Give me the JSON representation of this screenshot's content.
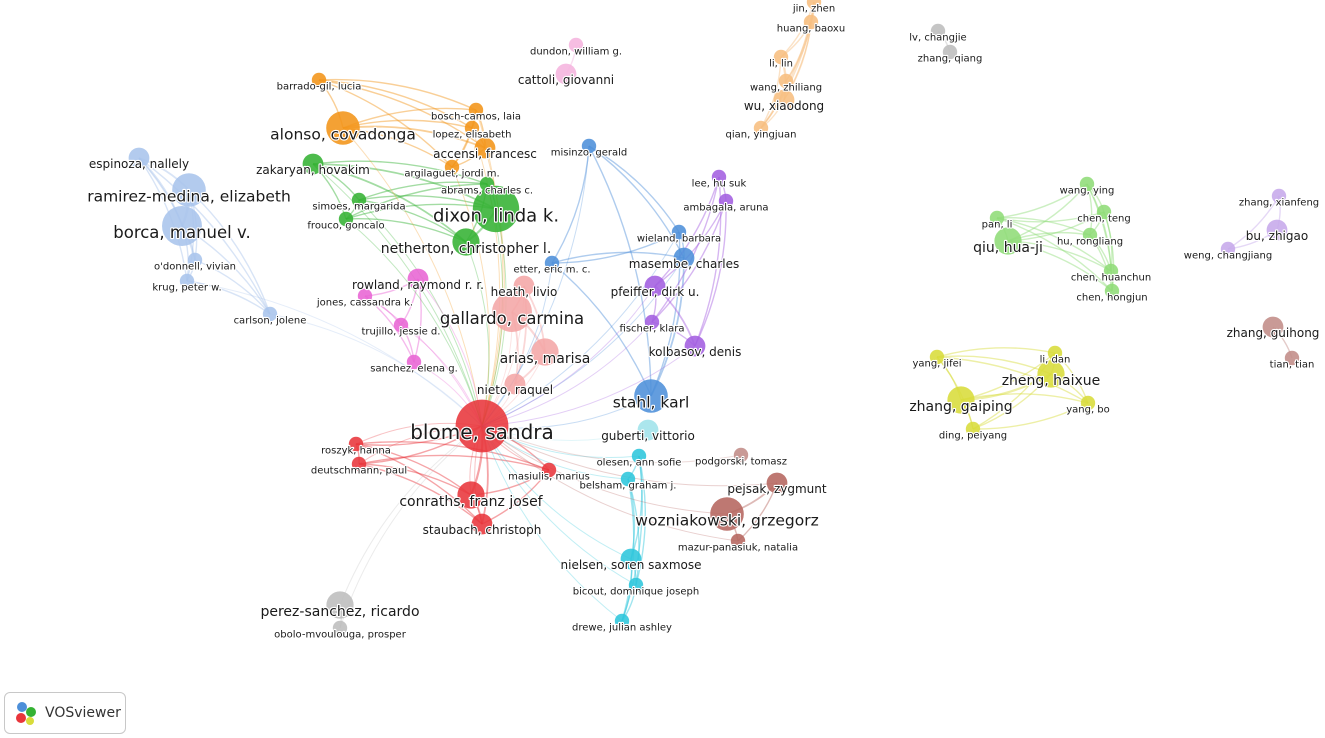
{
  "app": {
    "name": "VOSviewer"
  },
  "colors": {
    "red": "#e8353b",
    "green": "#34b233",
    "blue": "#4d8fd9",
    "yellow": "#d8dc3a",
    "purple": "#a35ee0",
    "cyan": "#2ec6dc",
    "orange": "#f29418",
    "brown": "#b5655f",
    "pink": "#e864d4",
    "lightblue": "#a8c4ec",
    "lightred": "#f4a6a6",
    "lightcyan": "#9fe2ea",
    "gray": "#bdbdbd",
    "lightgreen": "#8fdc78",
    "lavender": "#c6a8ea",
    "peach": "#f7be80",
    "rose": "#f5b4de",
    "olive": "#e4e68c",
    "mauve": "#c28c88"
  },
  "nodes": [
    {
      "label": "jin, zhen",
      "cluster": "peach",
      "weight": 1
    },
    {
      "label": "huang, baoxu",
      "cluster": "peach",
      "weight": 1
    },
    {
      "label": "li, lin",
      "cluster": "peach",
      "weight": 1
    },
    {
      "label": "wang, zhiliang",
      "cluster": "peach",
      "weight": 1
    },
    {
      "label": "wu, xiaodong",
      "cluster": "peach",
      "weight": 2
    },
    {
      "label": "qian, yingjuan",
      "cluster": "peach",
      "weight": 1
    },
    {
      "label": "lv, changjie",
      "cluster": "gray",
      "weight": 1
    },
    {
      "label": "zhang, qiang",
      "cluster": "gray",
      "weight": 1
    },
    {
      "label": "dundon, william g.",
      "cluster": "rose",
      "weight": 1
    },
    {
      "label": "cattoli, giovanni",
      "cluster": "rose",
      "weight": 2
    },
    {
      "label": "barrado-gil, lucia",
      "cluster": "orange",
      "weight": 1
    },
    {
      "label": "alonso, covadonga",
      "cluster": "orange",
      "weight": 4
    },
    {
      "label": "bosch-camos, laia",
      "cluster": "orange",
      "weight": 1
    },
    {
      "label": "lopez, elisabeth",
      "cluster": "orange",
      "weight": 1
    },
    {
      "label": "accensi, francesc",
      "cluster": "orange",
      "weight": 2
    },
    {
      "label": "argilaguet, jordi m.",
      "cluster": "orange",
      "weight": 1
    },
    {
      "label": "misinzo, gerald",
      "cluster": "blue",
      "weight": 1
    },
    {
      "label": "espinoza, nallely",
      "cluster": "lightblue",
      "weight": 2
    },
    {
      "label": "ramirez-medina, elizabeth",
      "cluster": "lightblue",
      "weight": 4
    },
    {
      "label": "borca, manuel v.",
      "cluster": "lightblue",
      "weight": 5
    },
    {
      "label": "o'donnell, vivian",
      "cluster": "lightblue",
      "weight": 1
    },
    {
      "label": "krug, peter w.",
      "cluster": "lightblue",
      "weight": 1
    },
    {
      "label": "carlson, jolene",
      "cluster": "lightblue",
      "weight": 1
    },
    {
      "label": "zakaryan, hovakim",
      "cluster": "green",
      "weight": 2
    },
    {
      "label": "simoes, margarida",
      "cluster": "green",
      "weight": 1
    },
    {
      "label": "frouco, goncalo",
      "cluster": "green",
      "weight": 1
    },
    {
      "label": "abrams, charles c.",
      "cluster": "green",
      "weight": 1
    },
    {
      "label": "dixon, linda k.",
      "cluster": "green",
      "weight": 6
    },
    {
      "label": "netherton, christopher l.",
      "cluster": "green",
      "weight": 3
    },
    {
      "label": "lee, hu suk",
      "cluster": "purple",
      "weight": 1
    },
    {
      "label": "ambagala, aruna",
      "cluster": "purple",
      "weight": 1
    },
    {
      "label": "wieland, barbara",
      "cluster": "blue",
      "weight": 1
    },
    {
      "label": "etter, eric m. c.",
      "cluster": "blue",
      "weight": 1
    },
    {
      "label": "masembe, charles",
      "cluster": "blue",
      "weight": 2
    },
    {
      "label": "rowland, raymond r. r.",
      "cluster": "pink",
      "weight": 2
    },
    {
      "label": "jones, cassandra k.",
      "cluster": "pink",
      "weight": 1
    },
    {
      "label": "trujillo, jessie d.",
      "cluster": "pink",
      "weight": 1
    },
    {
      "label": "sanchez, elena g.",
      "cluster": "pink",
      "weight": 1
    },
    {
      "label": "heath, livio",
      "cluster": "lightred",
      "weight": 2
    },
    {
      "label": "gallardo, carmina",
      "cluster": "lightred",
      "weight": 5
    },
    {
      "label": "pfeiffer, dirk u.",
      "cluster": "purple",
      "weight": 2
    },
    {
      "label": "fischer, klara",
      "cluster": "purple",
      "weight": 1
    },
    {
      "label": "arias, marisa",
      "cluster": "lightred",
      "weight": 3
    },
    {
      "label": "kolbasov, denis",
      "cluster": "purple",
      "weight": 2
    },
    {
      "label": "nieto, raquel",
      "cluster": "lightred",
      "weight": 2
    },
    {
      "label": "stahl, karl",
      "cluster": "blue",
      "weight": 4
    },
    {
      "label": "blome, sandra",
      "cluster": "red",
      "weight": 7
    },
    {
      "label": "guberti, vittorio",
      "cluster": "lightcyan",
      "weight": 2
    },
    {
      "label": "roszyk, hanna",
      "cluster": "red",
      "weight": 1
    },
    {
      "label": "deutschmann, paul",
      "cluster": "red",
      "weight": 1
    },
    {
      "label": "masiulis, marius",
      "cluster": "red",
      "weight": 1
    },
    {
      "label": "olesen, ann sofie",
      "cluster": "cyan",
      "weight": 1
    },
    {
      "label": "podgorski, tomasz",
      "cluster": "mauve",
      "weight": 1
    },
    {
      "label": "belsham, graham j.",
      "cluster": "cyan",
      "weight": 1
    },
    {
      "label": "conraths, franz josef",
      "cluster": "red",
      "weight": 3
    },
    {
      "label": "pejsak, zygmunt",
      "cluster": "brown",
      "weight": 2
    },
    {
      "label": "staubach, christoph",
      "cluster": "red",
      "weight": 2
    },
    {
      "label": "wozniakowski, grzegorz",
      "cluster": "brown",
      "weight": 4
    },
    {
      "label": "mazur-panasiuk, natalia",
      "cluster": "brown",
      "weight": 1
    },
    {
      "label": "nielsen, soren saxmose",
      "cluster": "cyan",
      "weight": 2
    },
    {
      "label": "bicout, dominique joseph",
      "cluster": "cyan",
      "weight": 1
    },
    {
      "label": "drewe, julian ashley",
      "cluster": "cyan",
      "weight": 1
    },
    {
      "label": "perez-sanchez, ricardo",
      "cluster": "gray",
      "weight": 3
    },
    {
      "label": "obolo-mvoulouga, prosper",
      "cluster": "gray",
      "weight": 1
    },
    {
      "label": "wang, ying",
      "cluster": "lightgreen",
      "weight": 1
    },
    {
      "label": "chen, teng",
      "cluster": "lightgreen",
      "weight": 1
    },
    {
      "label": "pan, li",
      "cluster": "lightgreen",
      "weight": 1
    },
    {
      "label": "qiu, hua-ji",
      "cluster": "lightgreen",
      "weight": 3
    },
    {
      "label": "hu, rongliang",
      "cluster": "lightgreen",
      "weight": 1
    },
    {
      "label": "chen, huanchun",
      "cluster": "lightgreen",
      "weight": 1
    },
    {
      "label": "chen, hongjun",
      "cluster": "lightgreen",
      "weight": 1
    },
    {
      "label": "zhang, xianfeng",
      "cluster": "lavender",
      "weight": 1
    },
    {
      "label": "bu, zhigao",
      "cluster": "lavender",
      "weight": 2
    },
    {
      "label": "weng, changjiang",
      "cluster": "lavender",
      "weight": 1
    },
    {
      "label": "zhang, guihong",
      "cluster": "mauve",
      "weight": 2
    },
    {
      "label": "tian, tian",
      "cluster": "mauve",
      "weight": 1
    },
    {
      "label": "yang, jifei",
      "cluster": "yellow",
      "weight": 1
    },
    {
      "label": "li, dan",
      "cluster": "yellow",
      "weight": 1
    },
    {
      "label": "zheng, haixue",
      "cluster": "yellow",
      "weight": 3
    },
    {
      "label": "zhang, gaiping",
      "cluster": "yellow",
      "weight": 3
    },
    {
      "label": "yang, bo",
      "cluster": "yellow",
      "weight": 1
    },
    {
      "label": "ding, peiyang",
      "cluster": "yellow",
      "weight": 1
    }
  ]
}
